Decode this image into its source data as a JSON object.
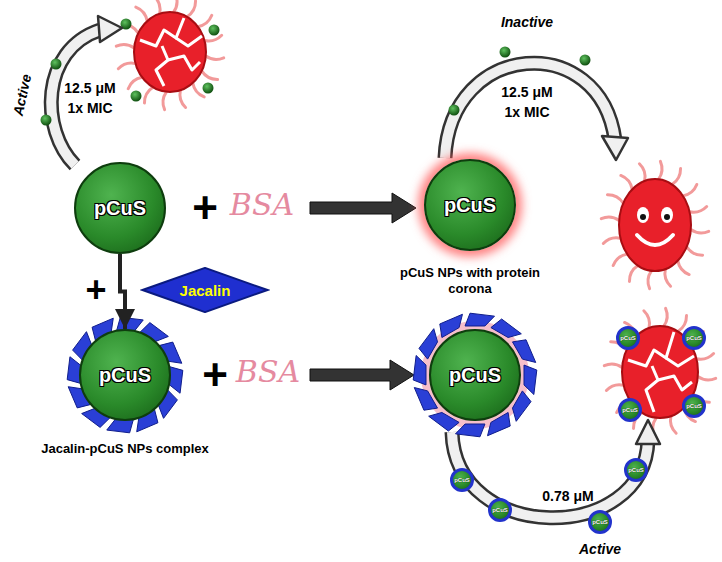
{
  "diagram": {
    "nodes": [
      {
        "text": [
          "pCuS"
        ]
      },
      {
        "text": [
          "pCuS",
          "pCuS NPs with protein corona"
        ]
      },
      {
        "text": [
          "Jacalin"
        ]
      },
      {
        "text": [
          "pCuS",
          "Jacalin-pCuS NPs complex"
        ]
      },
      {
        "text": [
          "pCuS"
        ]
      },
      {
        "text": [
          "pCuS"
        ]
      },
      {
        "text": [
          "pCuS"
        ]
      },
      {
        "text": [
          "pCuS"
        ]
      },
      {
        "text": [
          "pCuS"
        ]
      },
      {
        "text": [
          "pCuS"
        ]
      },
      {
        "text": [
          "pCuS"
        ]
      },
      {
        "text": [
          "pCuS"
        ]
      },
      {
        "text": [
          "pCuS"
        ]
      }
    ],
    "edges": [
      {
        "from": 0,
        "to": 3,
        "arrow": "to"
      }
    ],
    "labels": [
      "Active",
      "12.5 μM",
      "1x MIC",
      "+",
      "BSA",
      "Inactive",
      "12.5 μM",
      "1x MIC",
      "+",
      "+",
      "BSA",
      "0.78 μM",
      "Active"
    ]
  }
}
